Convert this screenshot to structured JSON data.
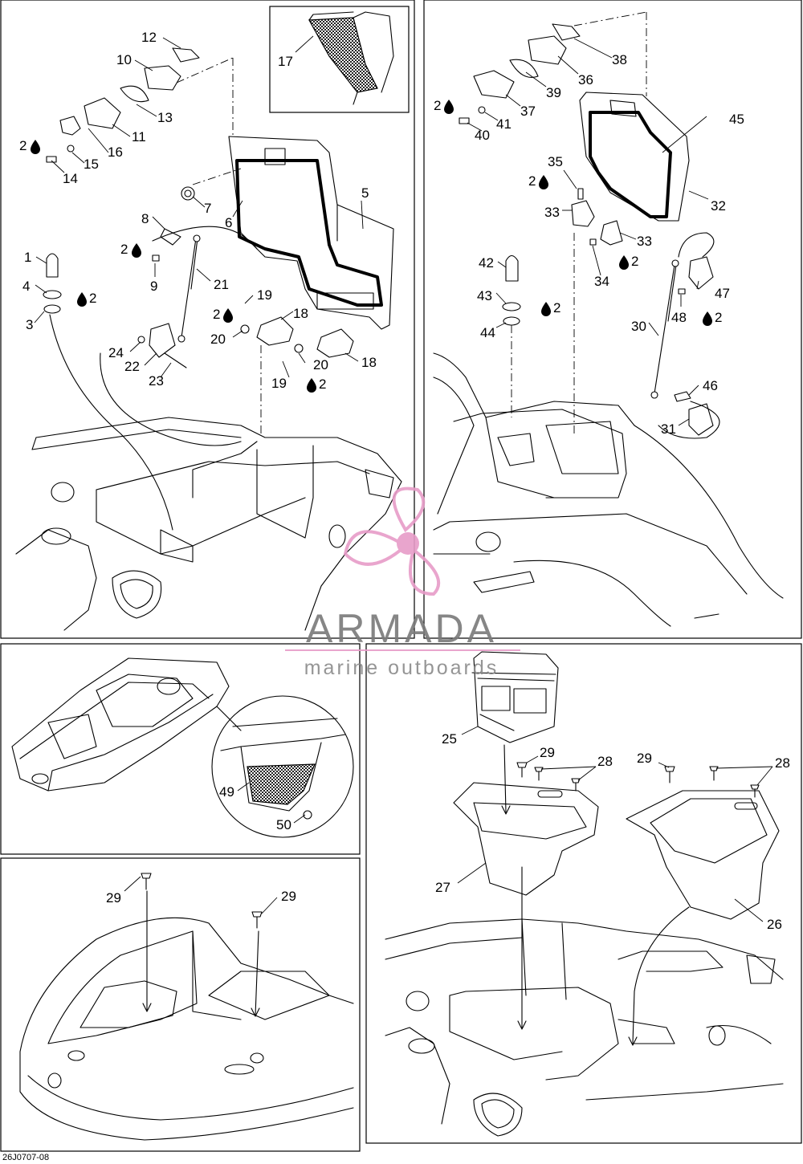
{
  "drawing_code": "26J0707-08",
  "watermark": {
    "brand": "ARMADA",
    "tagline": "marine outboards",
    "color": "#e79cc8",
    "text_color": "#777777"
  },
  "symbol": {
    "name": "lubricant-drop-icon",
    "glyph": "💧"
  },
  "callouts": {
    "p1": "1",
    "p2": "2",
    "p3": "3",
    "p4": "4",
    "p5": "5",
    "p6": "6",
    "p7": "7",
    "p8": "8",
    "p9": "9",
    "p10": "10",
    "p11": "11",
    "p12": "12",
    "p13": "13",
    "p14": "14",
    "p15": "15",
    "p16": "16",
    "p17": "17",
    "p18": "18",
    "p19": "19",
    "p20": "20",
    "p21": "21",
    "p22": "22",
    "p23": "23",
    "p24": "24",
    "p25": "25",
    "p26": "26",
    "p27": "27",
    "p28": "28",
    "p29": "29",
    "p30": "30",
    "p31": "31",
    "p32": "32",
    "p33": "33",
    "p34": "34",
    "p35": "35",
    "p36": "36",
    "p37": "37",
    "p38": "38",
    "p39": "39",
    "p40": "40",
    "p41": "41",
    "p42": "42",
    "p43": "43",
    "p44": "44",
    "p45": "45",
    "p46": "46",
    "p47": "47",
    "p48": "48",
    "p49": "49",
    "p50": "50"
  }
}
